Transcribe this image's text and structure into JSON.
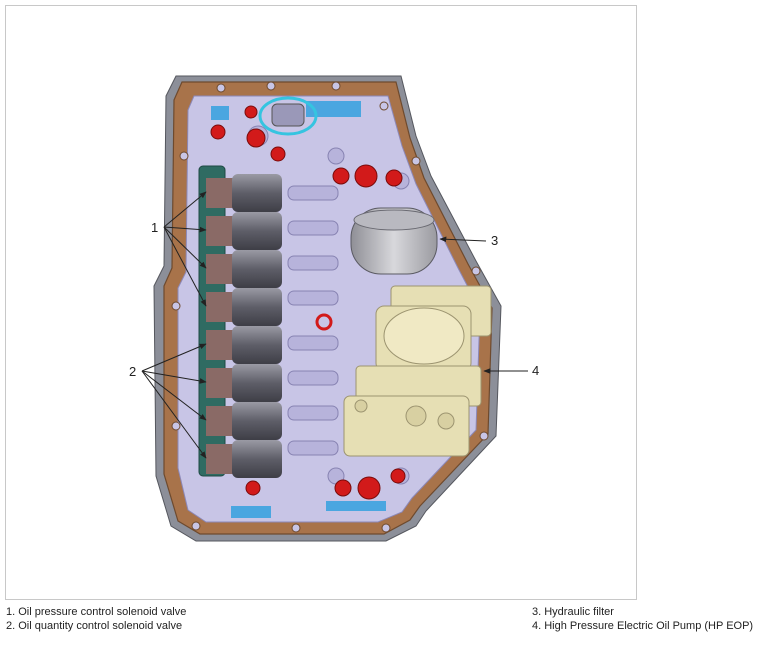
{
  "figure": {
    "callouts": [
      {
        "id": "1",
        "label": "1"
      },
      {
        "id": "2",
        "label": "2"
      },
      {
        "id": "3",
        "label": "3"
      },
      {
        "id": "4",
        "label": "4"
      }
    ]
  },
  "legend": {
    "items": [
      "1. Oil pressure control solenoid valve",
      "2. Oil quantity control solenoid valve",
      "3. Hydraulic filter",
      "4. High Pressure Electric Oil Pump (HP EOP)"
    ]
  },
  "colors": {
    "gasket": "#b07a4e",
    "body": "#c9c6e6",
    "solenoid": "#6f6f78",
    "connector": "#2f6b62",
    "plug_red": "#d21a1a",
    "pump": "#e6dfb4",
    "channel": "#4aa6e0"
  }
}
